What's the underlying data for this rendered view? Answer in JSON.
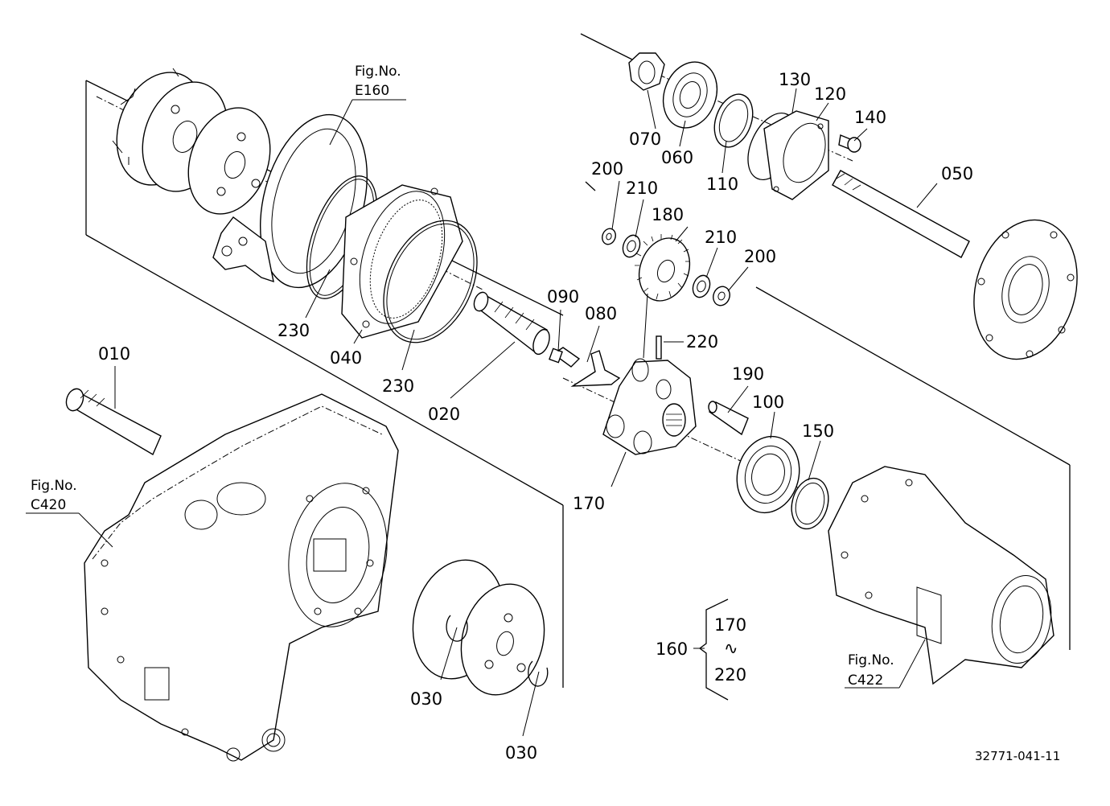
{
  "diagram": {
    "labels": {
      "p010": "010",
      "p020": "020",
      "p030a": "030",
      "p030b": "030",
      "p040": "040",
      "p050": "050",
      "p060": "060",
      "p070": "070",
      "p080": "080",
      "p090": "090",
      "p100": "100",
      "p110": "110",
      "p120": "120",
      "p130": "130",
      "p140": "140",
      "p150": "150",
      "p160": "160",
      "p170a": "170",
      "p170b": "170",
      "p180": "180",
      "p190": "190",
      "p200a": "200",
      "p200b": "200",
      "p210a": "210",
      "p210b": "210",
      "p220a": "220",
      "p220b": "220",
      "p230a": "230",
      "p230b": "230",
      "range_symbol": "∿"
    },
    "fig_refs": {
      "e160_title": "Fig.No.",
      "e160_code": "E160",
      "c420_title": "Fig.No.",
      "c420_code": "C420",
      "c422_title": "Fig.No.",
      "c422_code": "C422"
    },
    "drawing_code": "32771-041-11"
  }
}
